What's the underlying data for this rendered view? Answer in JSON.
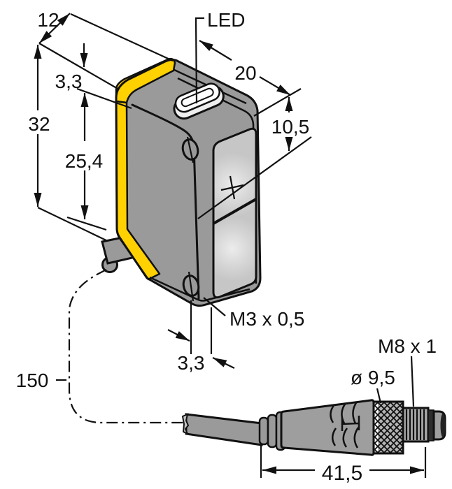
{
  "drawing": {
    "product": {
      "led_label": "LED"
    },
    "dimensions": {
      "depth": "12",
      "edge_offset_top": "3,3",
      "height": "32",
      "hole_spacing": "25,4",
      "width": "20",
      "beam_height": "10,5",
      "mounting_thread": "M3 x 0,5",
      "hole_offset_bottom": "3,3",
      "cable_length": "150",
      "connector_thread": "M8 x 1",
      "connector_diameter": "ø 9,5",
      "connector_length": "41,5"
    },
    "colors": {
      "accent_yellow": "#FFD100",
      "body_gray": "#9A9A9A",
      "lens_gray": "#C6C6C6",
      "connector_gray": "#9E9E9E",
      "line": "#111111",
      "background": "#FFFFFF"
    }
  }
}
